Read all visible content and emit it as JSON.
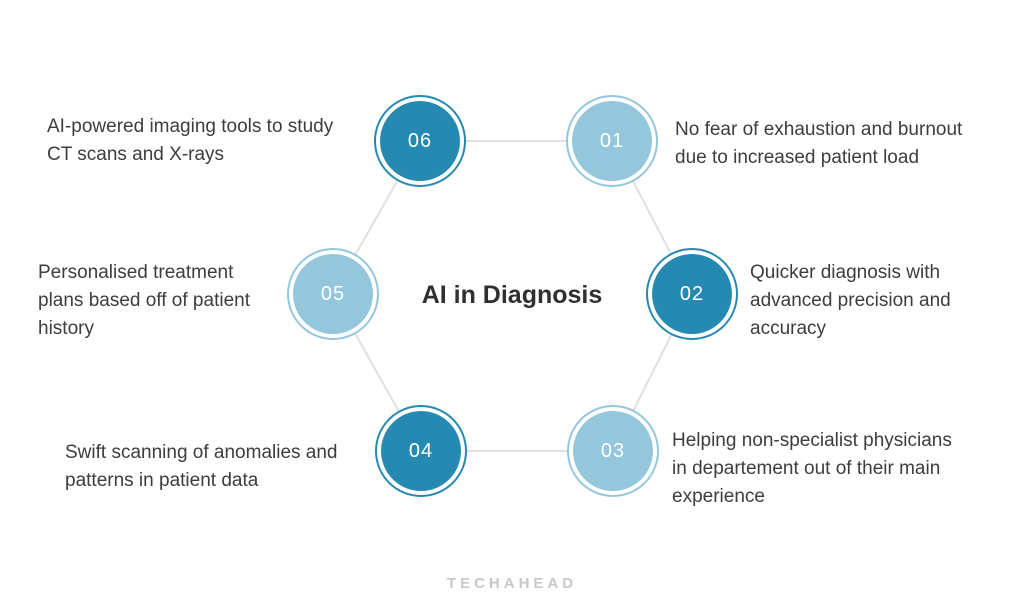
{
  "title": "AI in Diagnosis",
  "brand": "TECHAHEAD",
  "colors": {
    "dark": "#2689b1",
    "light": "#94c7dc",
    "line": "#e0e0e0",
    "text": "#3d3d3d"
  },
  "nodes": [
    {
      "id": "01",
      "tone": "light",
      "lines": [
        "No fear of exhaustion and burnout",
        "due to increased patient load"
      ]
    },
    {
      "id": "02",
      "tone": "dark",
      "lines": [
        "Quicker diagnosis with",
        "advanced precision and",
        "accuracy"
      ]
    },
    {
      "id": "03",
      "tone": "light",
      "lines": [
        "Helping non-specialist physicians",
        "in departement out of their main",
        "experience"
      ]
    },
    {
      "id": "04",
      "tone": "dark",
      "lines": [
        "Swift scanning of anomalies and",
        "patterns in patient data"
      ]
    },
    {
      "id": "05",
      "tone": "light",
      "lines": [
        "Personalised treatment",
        "plans based off of patient",
        "history"
      ]
    },
    {
      "id": "06",
      "tone": "dark",
      "lines": [
        "AI-powered imaging tools to study",
        "CT scans and X-rays"
      ]
    }
  ]
}
